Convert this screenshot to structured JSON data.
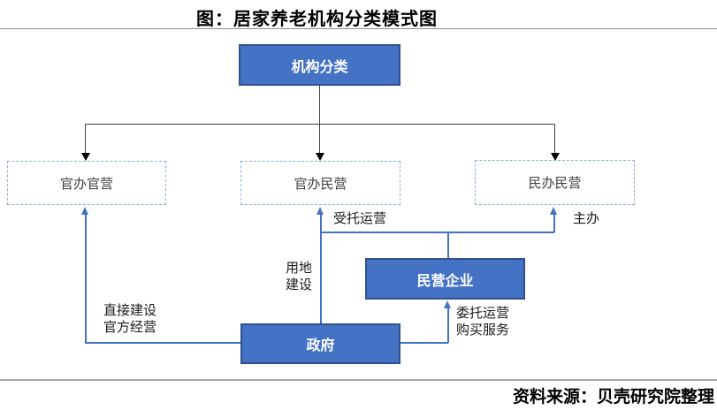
{
  "title": "图：居家养老机构分类模式图",
  "source": "资料来源：贝壳研究院整理",
  "colors": {
    "box_fill": "#4472C4",
    "box_border": "#2F528F",
    "dashed_border": "#8FAADC",
    "connector_black": "#404040",
    "connector_blue": "#4472C4",
    "rule_gray": "#a6a6a6"
  },
  "nodes": {
    "root": {
      "label": "机构分类"
    },
    "gov_gov": {
      "label": "官办官营"
    },
    "gov_private": {
      "label": "官办民营"
    },
    "private_private": {
      "label": "民办民营"
    },
    "enterprise": {
      "label": "民营企业"
    },
    "government": {
      "label": "政府"
    }
  },
  "edge_labels": {
    "entrusted": "受托运营",
    "host": "主办",
    "land_line1": "用地",
    "land_line2": "建设",
    "direct_line1": "直接建设",
    "direct_line2": "官方经营",
    "commission_line1": "委托运营",
    "commission_line2": "购买服务"
  }
}
